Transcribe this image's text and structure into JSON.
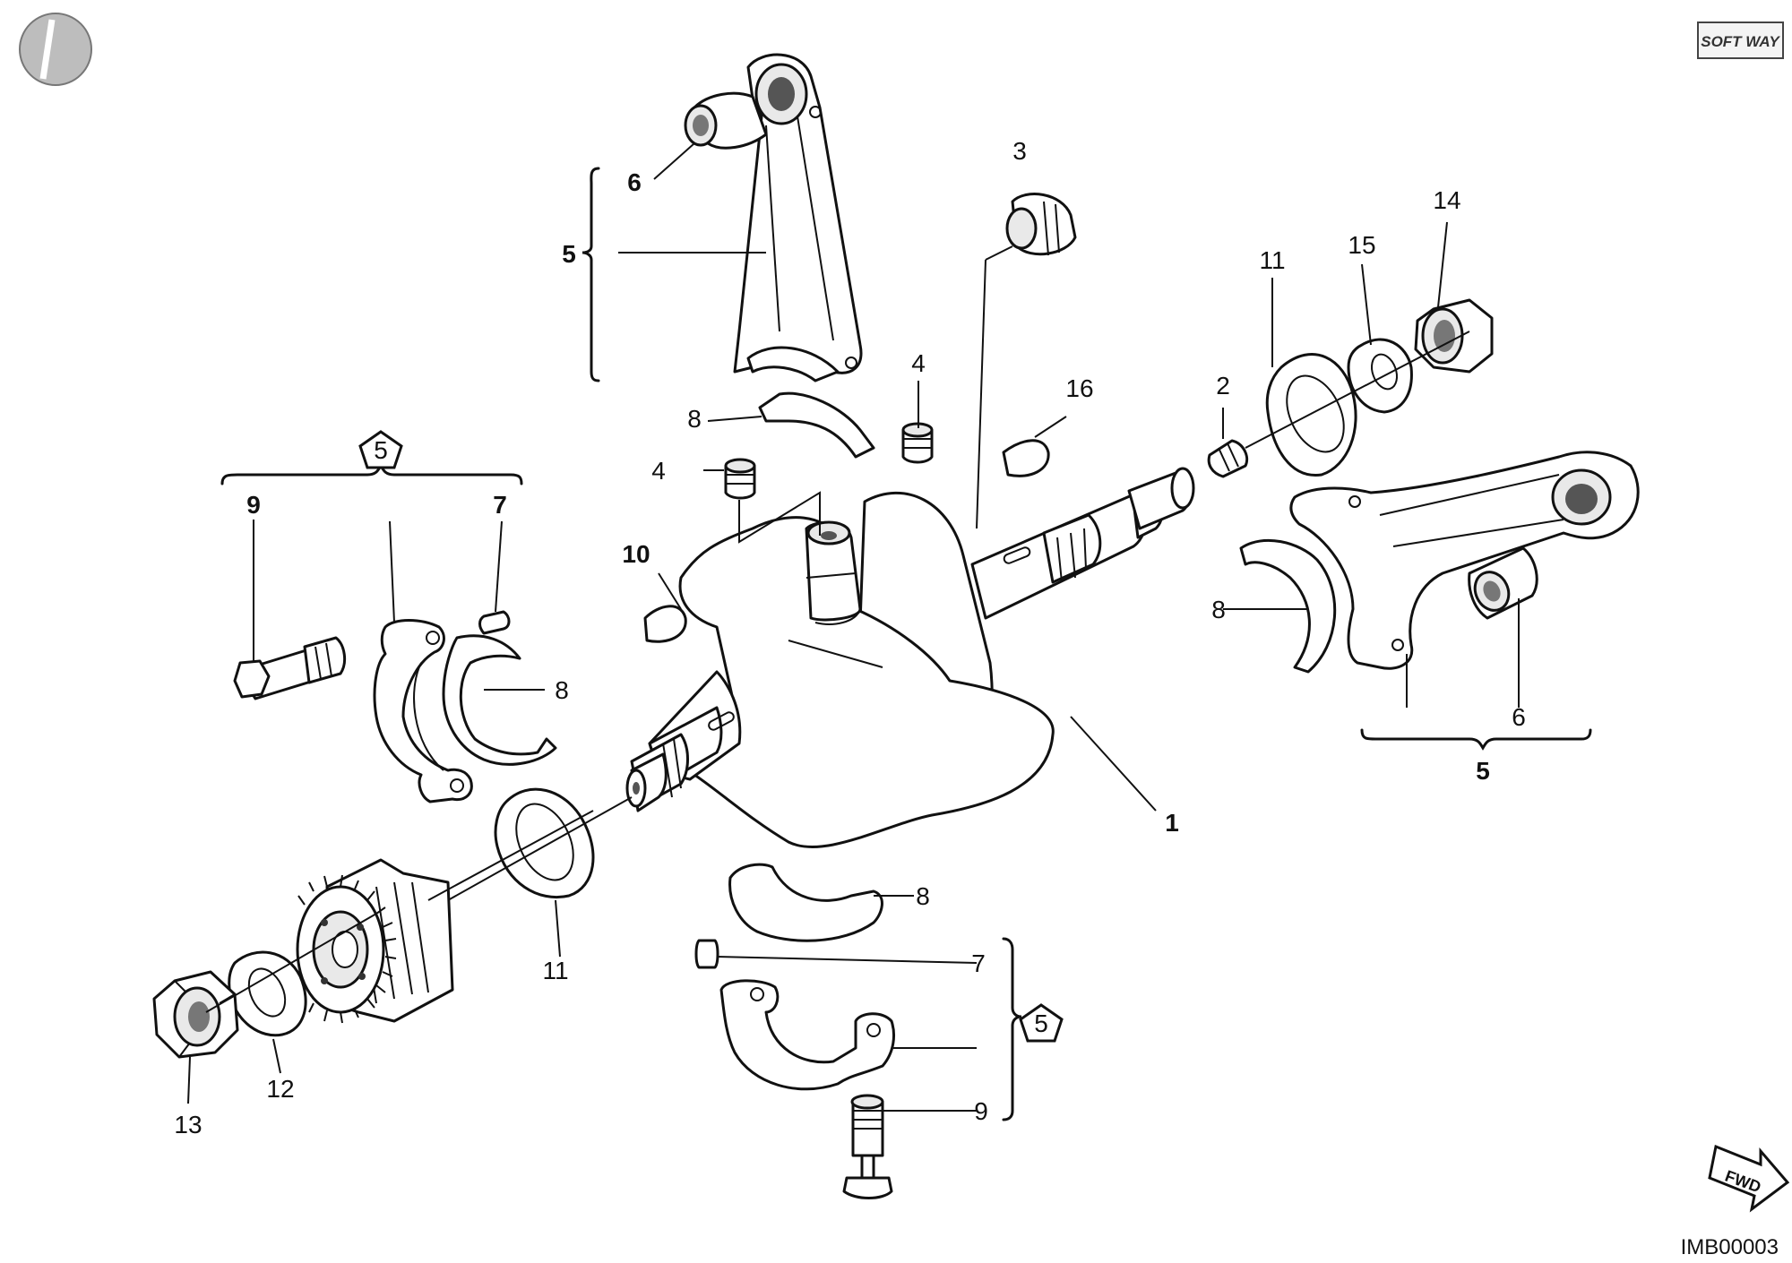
{
  "diagram": {
    "code": "IMB00003",
    "fwd_label": "FWD",
    "brand_logo_text": "SOFT WAY",
    "labels": {
      "l1": "1",
      "l2": "2",
      "l3": "3",
      "l4a": "4",
      "l4b": "4",
      "l5_top": "5",
      "l5_right": "5",
      "l5_left_pent": "5",
      "l5_bottom_pent": "5",
      "l6_top": "6",
      "l6_right": "6",
      "l7_left": "7",
      "l7_bottom": "7",
      "l8_top": "8",
      "l8_left": "8",
      "l8_right": "8",
      "l8_bottom": "8",
      "l9_left": "9",
      "l9_bottom": "9",
      "l10": "10",
      "l11_left": "11",
      "l11_right": "11",
      "l12": "12",
      "l13": "13",
      "l14": "14",
      "l15": "15",
      "l16": "16"
    }
  }
}
